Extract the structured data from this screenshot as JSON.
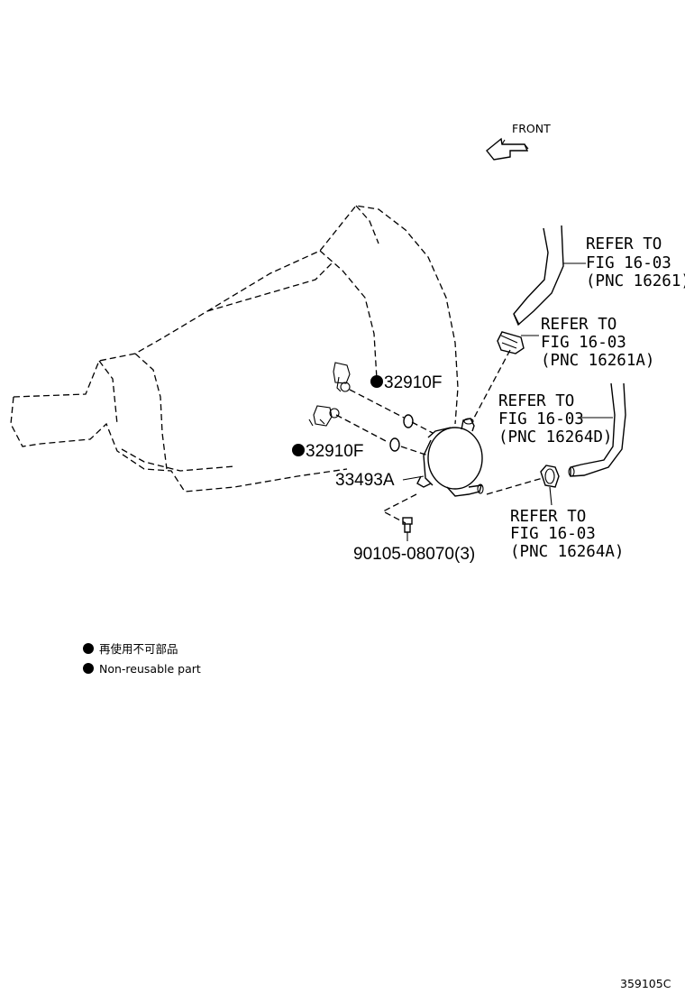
{
  "front_label": "FRONT",
  "callouts": [
    {
      "id": "r1",
      "lines": [
        "REFER TO",
        "FIG 16-03",
        "(PNC 16261)"
      ]
    },
    {
      "id": "r2",
      "lines": [
        "REFER TO",
        "FIG 16-03",
        "(PNC 16261A)"
      ]
    },
    {
      "id": "r3",
      "lines": [
        "REFER TO",
        "FIG 16-03",
        "(PNC 16264D)"
      ]
    },
    {
      "id": "r4",
      "lines": [
        "REFER TO",
        "FIG 16-03",
        "(PNC 16264A)"
      ]
    }
  ],
  "parts": {
    "oring_upper": "32910F",
    "oring_lower": "32910F",
    "cooler": "33493A",
    "bolt": "90105-08070(3)"
  },
  "legend": {
    "jp": "再使用不可部品",
    "en": "Non-reusable part"
  },
  "diagram_code": "359105C",
  "colors": {
    "ink": "#000000",
    "paper": "#ffffff"
  }
}
